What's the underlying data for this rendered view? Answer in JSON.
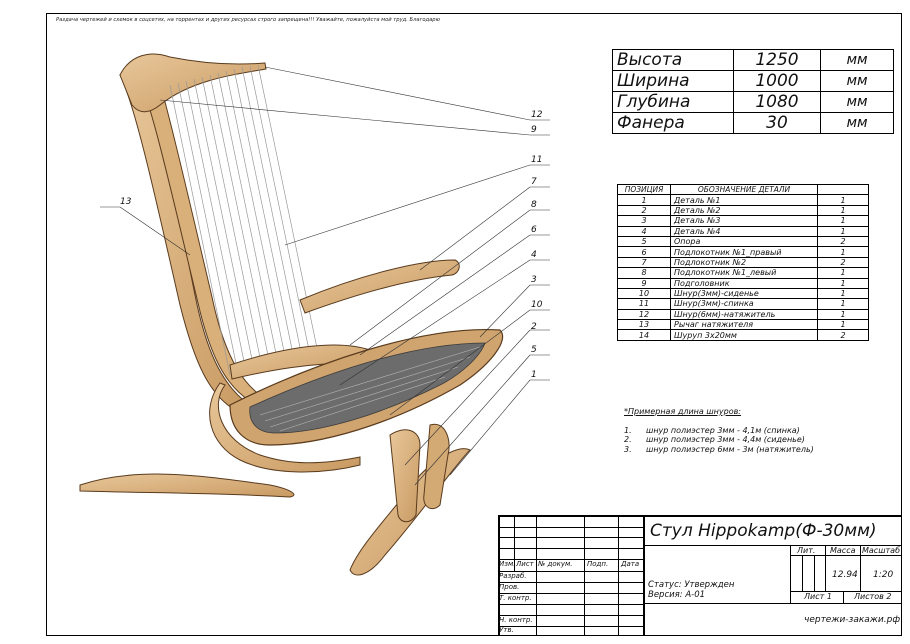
{
  "notice": "Раздача чертежей и схемок в соцсетях, на торрентах и других ресурсах строго запрещена!!! Уважайте, пожалуйста мой труд. Благодарю",
  "dimensions": [
    {
      "name": "Высота",
      "value": "1250",
      "unit": "мм"
    },
    {
      "name": "Ширина",
      "value": "1000",
      "unit": "мм"
    },
    {
      "name": "Глубина",
      "value": "1080",
      "unit": "мм"
    },
    {
      "name": "Фанера",
      "value": "30",
      "unit": "мм"
    }
  ],
  "parts": {
    "headers": [
      "ПОЗИЦИЯ",
      "ОБОЗНАЧЕНИЕ ДЕТАЛИ",
      ""
    ],
    "rows": [
      {
        "pos": "1",
        "name": "Деталь №1",
        "qty": "1"
      },
      {
        "pos": "2",
        "name": "Деталь №2",
        "qty": "1"
      },
      {
        "pos": "3",
        "name": "Деталь №3",
        "qty": "1"
      },
      {
        "pos": "4",
        "name": "Деталь №4",
        "qty": "1"
      },
      {
        "pos": "5",
        "name": "Опора",
        "qty": "2"
      },
      {
        "pos": "6",
        "name": "Подлокотник №1_правый",
        "qty": "1"
      },
      {
        "pos": "7",
        "name": "Подлокотник №2",
        "qty": "2"
      },
      {
        "pos": "8",
        "name": "Подлокотник №1_левый",
        "qty": "1"
      },
      {
        "pos": "9",
        "name": "Подголовник",
        "qty": "1"
      },
      {
        "pos": "10",
        "name": "Шнур(3мм)-сиденье",
        "qty": "1"
      },
      {
        "pos": "11",
        "name": "Шнур(3мм)-спинка",
        "qty": "1"
      },
      {
        "pos": "12",
        "name": "Шнур(6мм)-натяжитель",
        "qty": "1"
      },
      {
        "pos": "13",
        "name": "Рычаг натяжителя",
        "qty": "1"
      },
      {
        "pos": "14",
        "name": "Шуруп 3х20мм",
        "qty": "2"
      }
    ]
  },
  "notes": {
    "header": "*Примерная длина шнуров:",
    "items": [
      {
        "num": "1.",
        "text": "шнур полиэстер 3мм - 4,1м (спинка)"
      },
      {
        "num": "2.",
        "text": "шнур полиэстер 3мм - 4,4м (сиденье)"
      },
      {
        "num": "3.",
        "text": "шнур полиэстер 6мм - 3м (натяжитель)"
      }
    ]
  },
  "title_block": {
    "title": "Стул Hippokamp(Ф-30мм)",
    "lit": "Лит.",
    "mass_label": "Масса",
    "scale_label": "Масштаб",
    "mass": "12.94",
    "scale": "1:20",
    "sheet": "Лист 1",
    "sheets": "Листов 2",
    "website": "чертежи-закажи.рф",
    "status": "Статус: Утвержден",
    "version": "Версия: А-01",
    "col_izm": "Изм.",
    "col_list": "Лист",
    "col_doc": "№ докум.",
    "col_sign": "Подп.",
    "col_date": "Дата",
    "role_razrab": "Разраб.",
    "role_prov": "Пров.",
    "role_tkontr": "Т. контр.",
    "role_nkontr": "Н. контр.",
    "role_utv": "Утв."
  },
  "callouts": [
    "12",
    "9",
    "11",
    "7",
    "8",
    "6",
    "4",
    "3",
    "10",
    "2",
    "5",
    "1",
    "13"
  ]
}
